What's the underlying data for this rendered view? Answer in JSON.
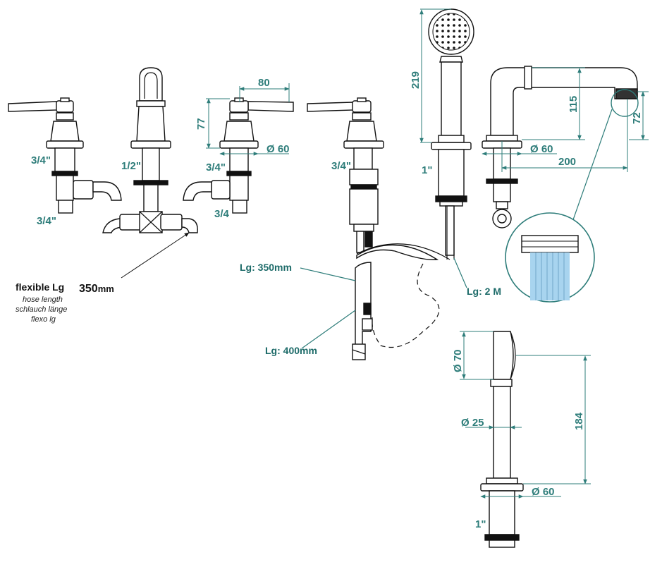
{
  "colors": {
    "dimension": "#2e7d7a",
    "line": "#111111",
    "spray": "#a8d4ef"
  },
  "handle_left": {
    "top_thread": "3/4\"",
    "bottom_thread": "3/4\""
  },
  "spout": {
    "thread": "1/2\""
  },
  "handle_right": {
    "width": "80",
    "height": "77",
    "diameter": "Ø 60",
    "top_thread": "3/4\"",
    "bottom_thread": "3/4"
  },
  "diverter": {
    "thread": "3/4\""
  },
  "hose_note": {
    "title": "flexible Lg",
    "value": "350",
    "unit": "mm",
    "lines": [
      "hose length",
      "schlauch länge",
      "flexo lg"
    ]
  },
  "shower_holder": {
    "height": "219",
    "thread": "1\""
  },
  "bath_spout": {
    "height": "115",
    "outlet": "72",
    "diameter": "Ø 60",
    "reach": "200"
  },
  "hoses": {
    "short": "Lg: 350mm",
    "long": "Lg: 400mm",
    "shower": "Lg: 2 M"
  },
  "handshower": {
    "head_diameter": "Ø 70",
    "length": "184",
    "handle_diameter": "Ø 25",
    "base_diameter": "Ø 60",
    "thread": "1\""
  }
}
